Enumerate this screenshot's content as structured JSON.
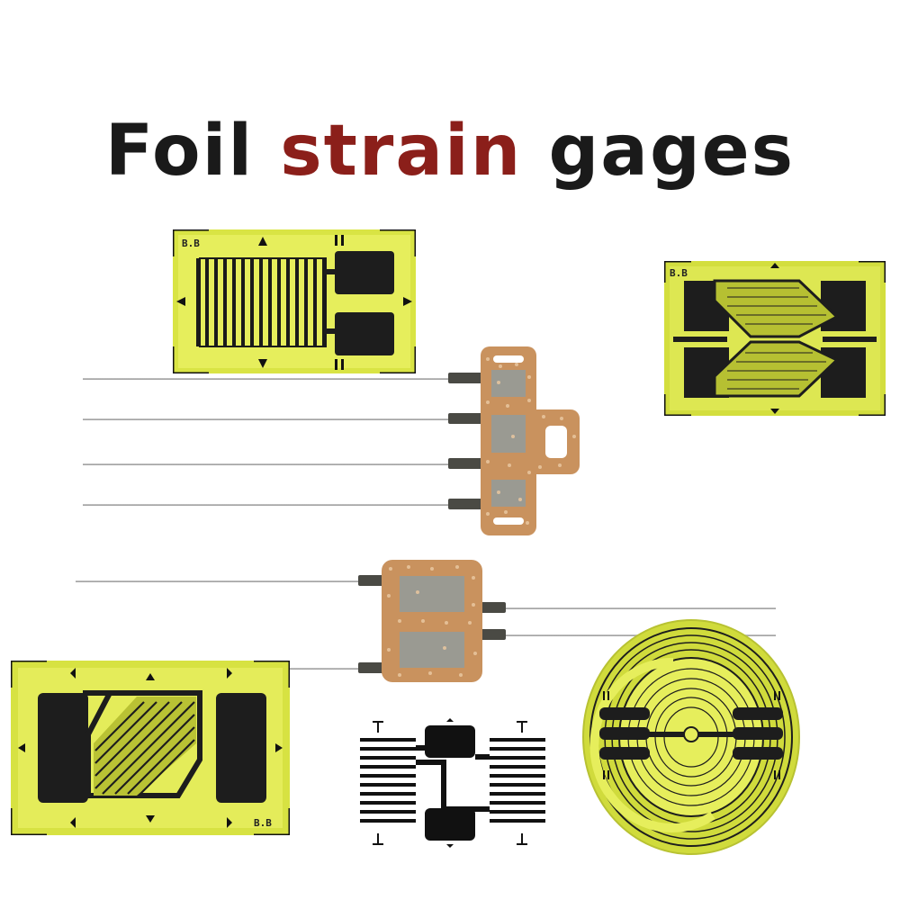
{
  "title": {
    "word1": "Foil",
    "word2": "strain",
    "word3": "gages"
  },
  "brand_mark": "B.B",
  "colors": {
    "title_dark": "#1a1a1a",
    "title_accent": "#8b1f1a",
    "foil_yellow": "#dfe84a",
    "grid_black": "#1d1d1d",
    "carrier_copper": "#c9925e"
  }
}
